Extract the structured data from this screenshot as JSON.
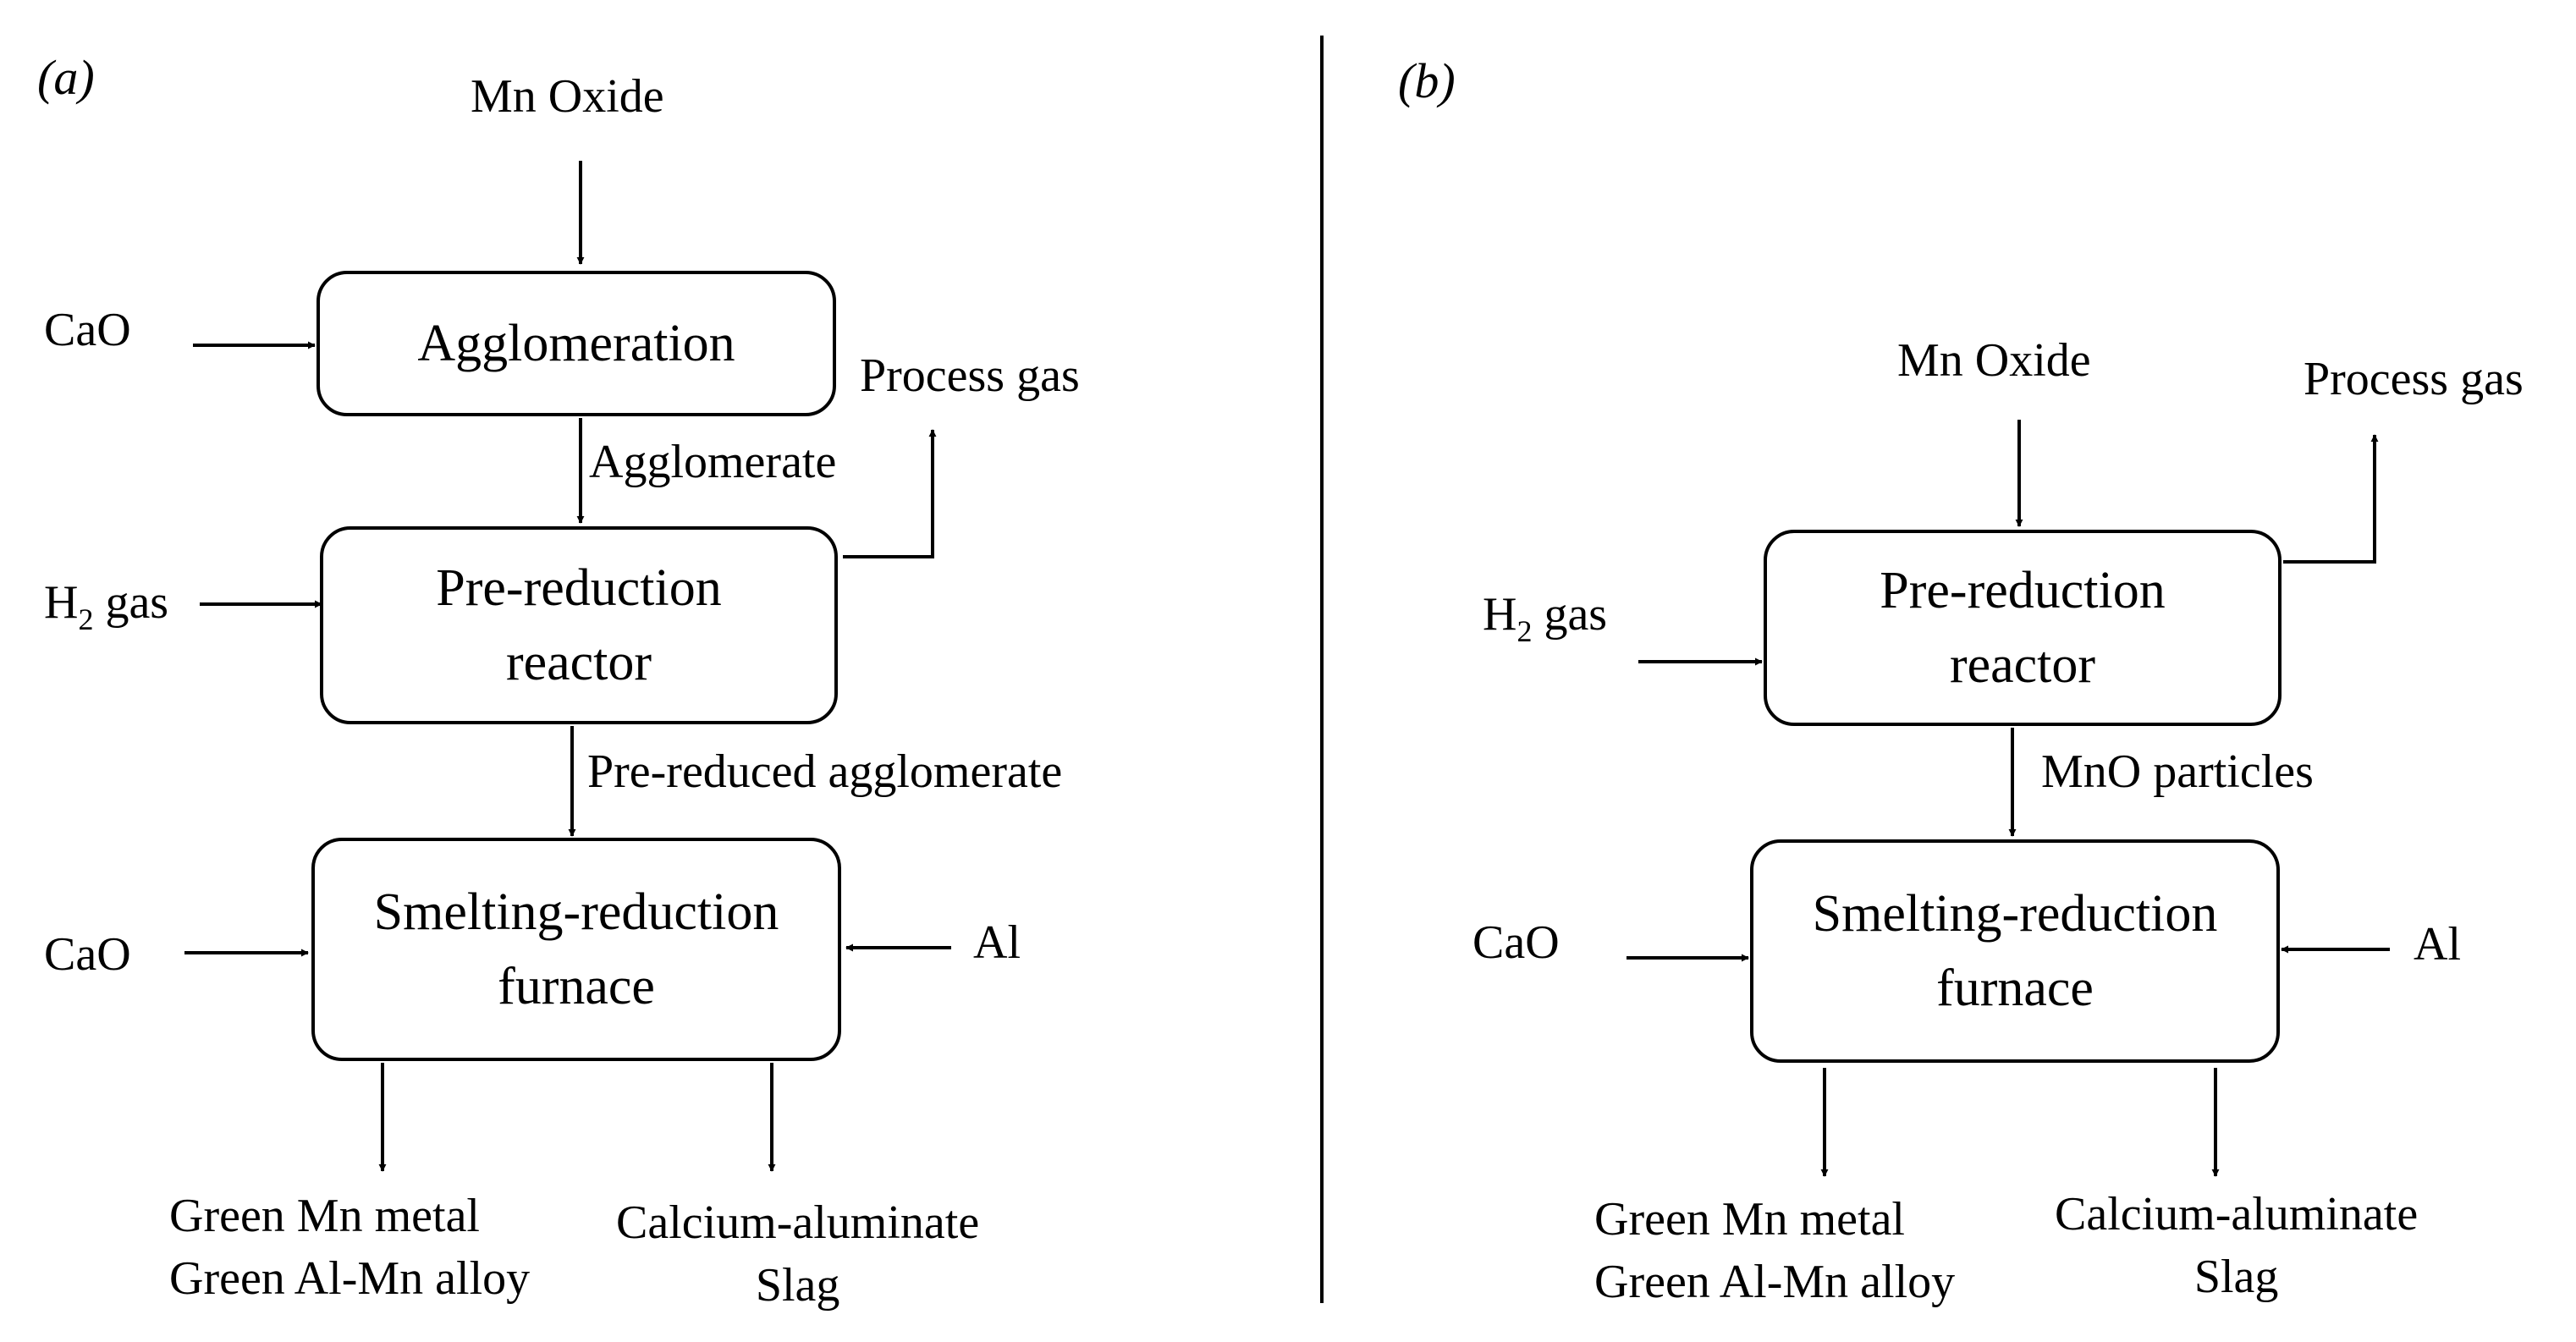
{
  "panel_a": {
    "tag": "(a)",
    "top_input": "Mn Oxide",
    "agglomeration": {
      "label": "Agglomeration",
      "cao_input": "CaO"
    },
    "agglomerate_stream": "Agglomerate",
    "prereduction": {
      "line1": "Pre-reduction",
      "line2": "reactor",
      "h2_main": "H",
      "h2_sub": "2",
      "h2_rest": " gas",
      "gas_out": "Process gas"
    },
    "prereduced_stream": "Pre-reduced agglomerate",
    "smelting": {
      "line1": "Smelting-reduction",
      "line2": "furnace",
      "cao_input": "CaO",
      "al_input": "Al"
    },
    "metal_output": {
      "line1": "Green Mn metal",
      "line2": "Green Al-Mn alloy"
    },
    "slag_output": {
      "line1": "Calcium-aluminate",
      "line2": "Slag"
    }
  },
  "panel_b": {
    "tag": "(b)",
    "prereduction": {
      "top_input": "Mn Oxide",
      "line1": "Pre-reduction",
      "line2": "reactor",
      "h2_main": "H",
      "h2_sub": "2",
      "h2_rest": " gas",
      "gas_out": "Process gas"
    },
    "mno_stream": "MnO particles",
    "smelting": {
      "line1": "Smelting-reduction",
      "line2": "furnace",
      "cao_input": "CaO",
      "al_input": "Al"
    },
    "metal_output": {
      "line1": "Green Mn metal",
      "line2": "Green Al-Mn alloy"
    },
    "slag_output": {
      "line1": "Calcium-aluminate",
      "line2": "Slag"
    }
  }
}
